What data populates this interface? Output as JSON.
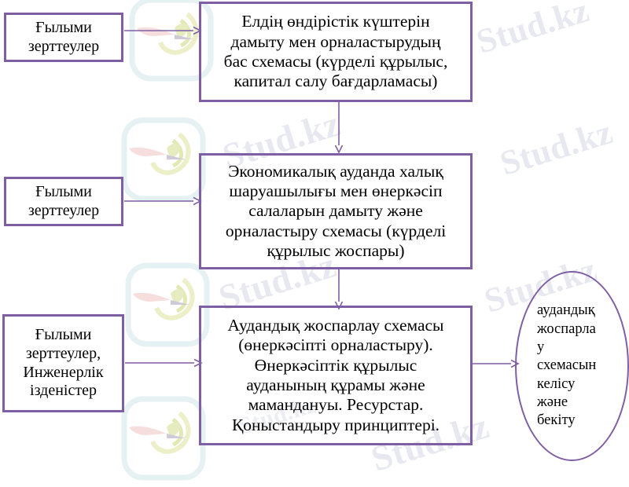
{
  "diagram": {
    "title": "Аудандық жоспарлау схемасы",
    "accent_color": "#7f5fa4",
    "background_color": "#ffffff",
    "text_color": "#000000",
    "watermark_color": "#e8e9f0"
  },
  "watermark": {
    "text": "Stud.kz",
    "logo_name": "hummingbird-logo",
    "instances": [
      {
        "text": "Stud.kz"
      },
      {
        "text": "Stud.kz"
      },
      {
        "text": "Stud.kz"
      },
      {
        "text": "Stud.kz"
      },
      {
        "text": "Stud.kz"
      },
      {
        "text": "Stud.kz"
      },
      {
        "text": "Stud.kz"
      }
    ]
  },
  "nodes": {
    "input_top": {
      "label": "Ғылыми\nзерттеулер",
      "line1": "Ғылыми",
      "line2": "зерттеулер"
    },
    "input_middle": {
      "label": "Ғылыми\nзерттеулер",
      "line1": "Ғылыми",
      "line2": "зерттеулер"
    },
    "input_bottom": {
      "label": "Ғылыми зерттеулер, Инженерлік ізденістер",
      "line1": "Ғылыми",
      "line2": "зерттеулер,",
      "line3": "Инженерлік",
      "line4": "ізденістер"
    },
    "stage_1": {
      "label": "Елдің өндірістік күштерін дамыту мен орналастырудың бас схемасы (күрделі құрылыс, капитал салу бағдарламасы)",
      "line1": "Елдің өндірістік күштерін",
      "line2": "дамыту мен орналастырудың",
      "line3": "бас схемасы (күрделі құрылыс,",
      "line4": "капитал салу бағдарламасы)"
    },
    "stage_2": {
      "label": "Экономикалық ауданда халық шаруашылығы мен өнеркәсіп салаларын дамыту және орналастыру схемасы (күрделі құрылыс жоспары)",
      "line1": "Экономикалық ауданда халық",
      "line2": "шаруашылығы мен өнеркәсіп",
      "line3": "салаларын дамыту және",
      "line4": "орналастыру схемасы (күрделі",
      "line5": "құрылыс жоспары)"
    },
    "stage_3": {
      "label": "Аудандық жоспарлау схемасы (өнеркәсіпті орналастыру). Өнеркәсіптік құрылыс ауданының құрамы және мамандануы. Ресурстар. Қоныстандыру принциптері.",
      "line1": "Аудандық жоспарлау схемасы",
      "line2": "(өнеркәсіпті орналастыру).",
      "line3": "Өнеркәсіптік құрылыс",
      "line4": "ауданының құрамы және",
      "line5": "мамандануы. Ресурстар.",
      "line6": "Қоныстандыру принциптері."
    },
    "approval": {
      "label": "аудандық жоспарлау схемасын келісу және бекіту",
      "line1": "аудандық",
      "line2": "жоспарла",
      "line3": "у",
      "line4": "схемасын",
      "line5": "келісу",
      "line6": "және",
      "line7": "бекіту"
    }
  },
  "connectors": [
    {
      "name": "input-top-to-stage-1",
      "direction": "right"
    },
    {
      "name": "stage-1-to-stage-2",
      "direction": "down"
    },
    {
      "name": "input-middle-to-stage-2",
      "direction": "right"
    },
    {
      "name": "stage-2-to-stage-3",
      "direction": "down"
    },
    {
      "name": "input-bottom-to-stage-3",
      "direction": "right"
    },
    {
      "name": "stage-3-to-approval",
      "direction": "right"
    }
  ]
}
